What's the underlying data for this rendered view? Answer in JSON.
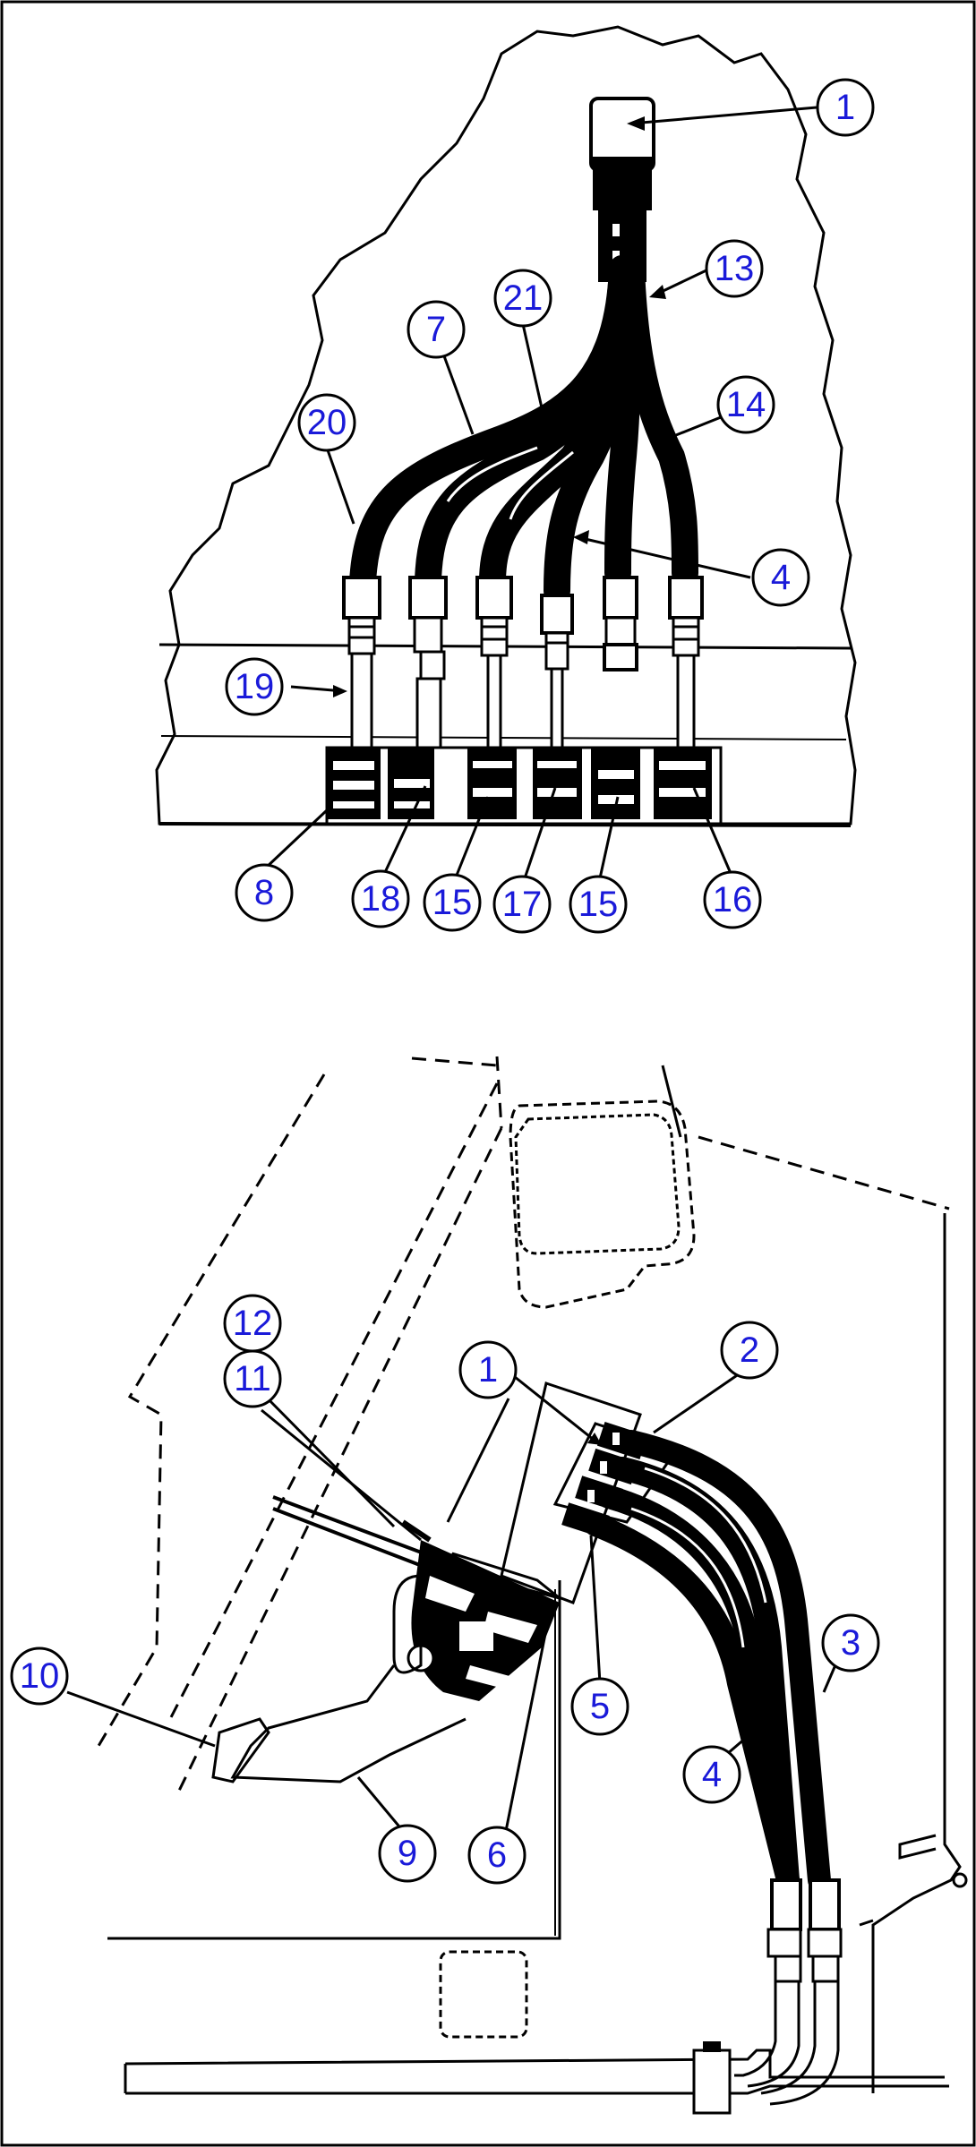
{
  "diagram": {
    "top_callouts": [
      {
        "id": "t1",
        "label": "1"
      },
      {
        "id": "t13",
        "label": "13"
      },
      {
        "id": "t21",
        "label": "21"
      },
      {
        "id": "t7",
        "label": "7"
      },
      {
        "id": "t14",
        "label": "14"
      },
      {
        "id": "t20",
        "label": "20"
      },
      {
        "id": "t4",
        "label": "4"
      },
      {
        "id": "t19",
        "label": "19"
      },
      {
        "id": "t8",
        "label": "8"
      },
      {
        "id": "t18",
        "label": "18"
      },
      {
        "id": "t15a",
        "label": "15"
      },
      {
        "id": "t17",
        "label": "17"
      },
      {
        "id": "t15b",
        "label": "15"
      },
      {
        "id": "t16",
        "label": "16"
      }
    ],
    "bottom_callouts": [
      {
        "id": "b12",
        "label": "12"
      },
      {
        "id": "b11",
        "label": "11"
      },
      {
        "id": "b1",
        "label": "1"
      },
      {
        "id": "b2",
        "label": "2"
      },
      {
        "id": "b3",
        "label": "3"
      },
      {
        "id": "b10",
        "label": "10"
      },
      {
        "id": "b5",
        "label": "5"
      },
      {
        "id": "b4",
        "label": "4"
      },
      {
        "id": "b9",
        "label": "9"
      },
      {
        "id": "b6",
        "label": "6"
      }
    ]
  }
}
